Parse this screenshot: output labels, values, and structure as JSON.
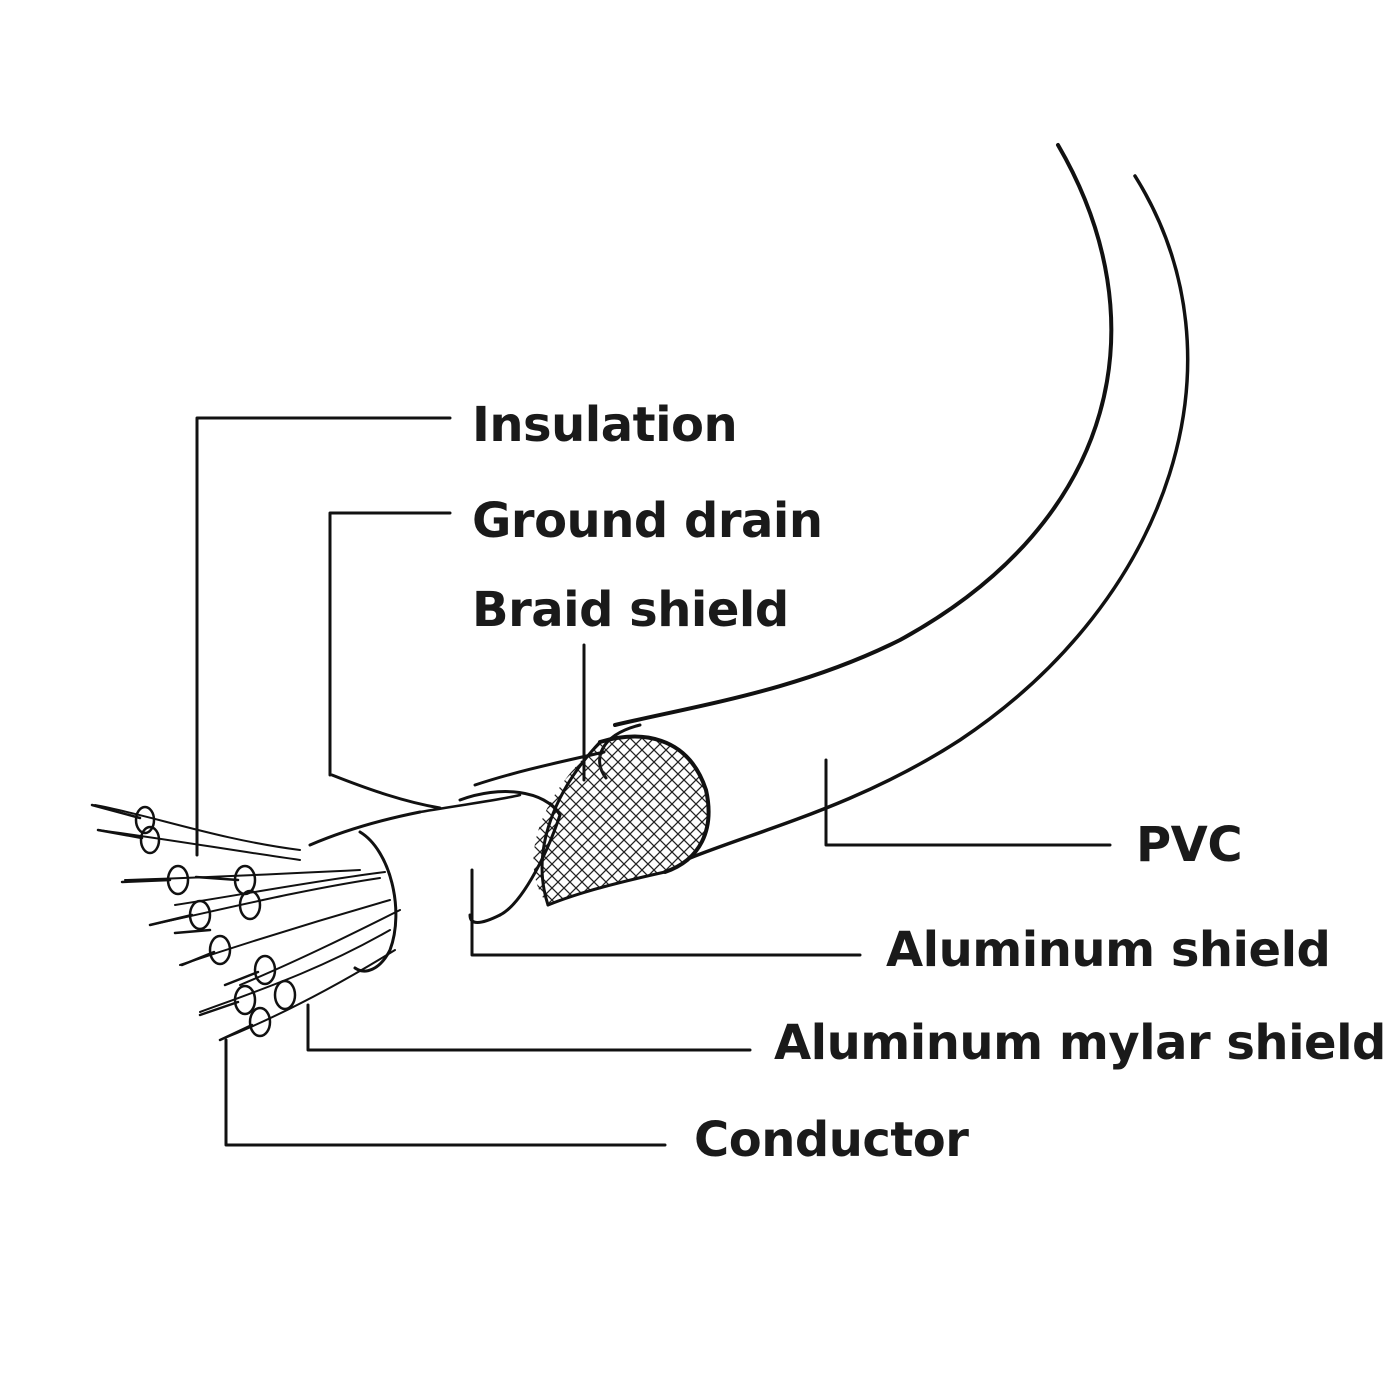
{
  "diagram": {
    "labels": {
      "insulation": "Insulation",
      "ground_drain": "Ground drain",
      "braid_shield": "Braid shield",
      "pvc": "PVC",
      "aluminum_shield": "Aluminum shield",
      "aluminum_mylar_shield": "Aluminum mylar shield",
      "conductor": "Conductor"
    },
    "colors": {
      "line": "#111111",
      "text": "#1a1a1a",
      "background": "#ffffff"
    }
  }
}
